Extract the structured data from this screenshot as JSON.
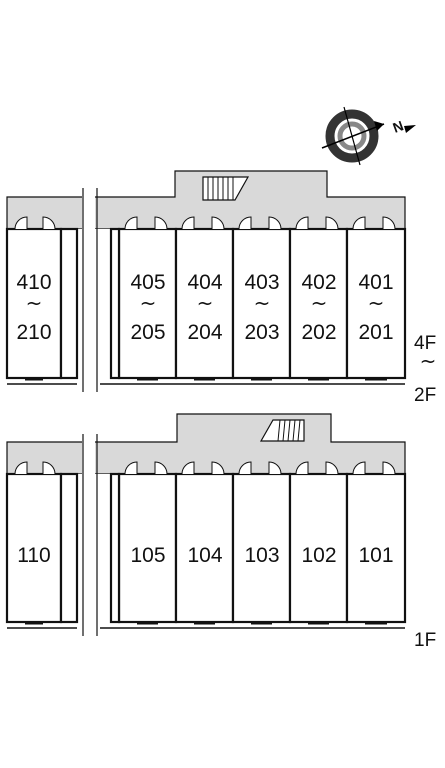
{
  "compass": {
    "north_label": "N",
    "icon": "compass-rose-icon"
  },
  "upper_block": {
    "units": [
      {
        "top": "410",
        "sep": "~",
        "bottom": "210"
      },
      {
        "top": "405",
        "sep": "~",
        "bottom": "205"
      },
      {
        "top": "404",
        "sep": "~",
        "bottom": "204"
      },
      {
        "top": "403",
        "sep": "~",
        "bottom": "203"
      },
      {
        "top": "402",
        "sep": "~",
        "bottom": "202"
      },
      {
        "top": "401",
        "sep": "~",
        "bottom": "201"
      }
    ],
    "floor_label": {
      "top": "4F",
      "sep": "~",
      "bottom": "2F"
    }
  },
  "lower_block": {
    "units": [
      {
        "label": "110"
      },
      {
        "label": "105"
      },
      {
        "label": "104"
      },
      {
        "label": "103"
      },
      {
        "label": "102"
      },
      {
        "label": "101"
      }
    ],
    "floor_label": "1F"
  }
}
